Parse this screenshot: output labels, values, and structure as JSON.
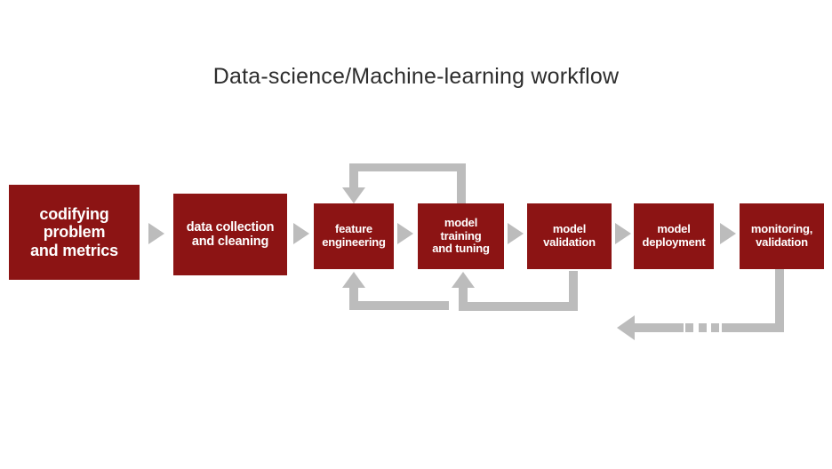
{
  "title": "Data-science/Machine-learning workflow",
  "colors": {
    "step_box": "#8c1414",
    "step_text": "#ffffff",
    "arrow": "#bcbcbc",
    "title_text": "#2d2d2d",
    "background": "#ffffff"
  },
  "workflow": {
    "steps": [
      {
        "label": "codifying\nproblem\nand metrics"
      },
      {
        "label": "data collection\nand cleaning"
      },
      {
        "label": "feature\nengineering"
      },
      {
        "label": "model\ntraining\nand tuning"
      },
      {
        "label": "model\nvalidation"
      },
      {
        "label": "model\ndeployment"
      },
      {
        "label": "monitoring,\nvalidation"
      }
    ],
    "connections": [
      {
        "from": "codifying problem and metrics",
        "to": "data collection and cleaning",
        "type": "forward"
      },
      {
        "from": "data collection and cleaning",
        "to": "feature engineering",
        "type": "forward"
      },
      {
        "from": "feature engineering",
        "to": "model training and tuning",
        "type": "forward"
      },
      {
        "from": "model training and tuning",
        "to": "model validation",
        "type": "forward"
      },
      {
        "from": "model validation",
        "to": "model deployment",
        "type": "forward"
      },
      {
        "from": "model deployment",
        "to": "monitoring, validation",
        "type": "forward"
      },
      {
        "from": "model training and tuning",
        "to": "feature engineering",
        "type": "feedback-top-loop"
      },
      {
        "from": "model training and tuning",
        "to": "feature engineering",
        "type": "feedback-bottom"
      },
      {
        "from": "model validation",
        "to": "model training and tuning",
        "type": "feedback-bottom"
      },
      {
        "from": "monitoring, validation",
        "to": "workflow start",
        "type": "return-dashed"
      }
    ]
  }
}
